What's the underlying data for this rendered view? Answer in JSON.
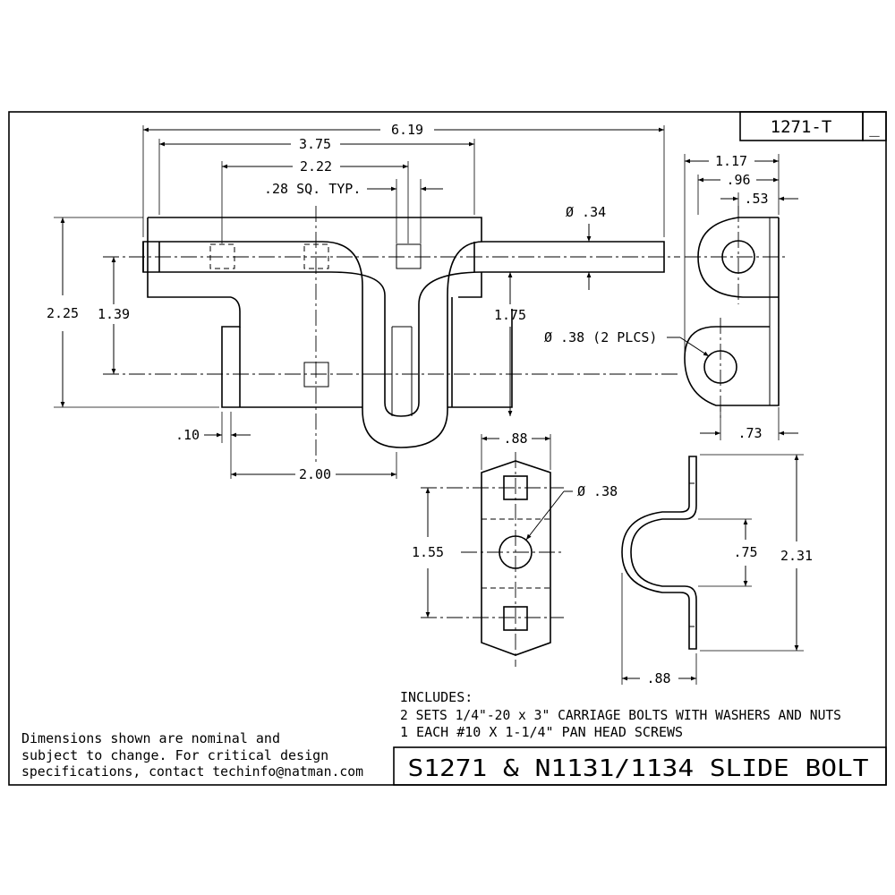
{
  "title_block": {
    "part_number": "1271-T",
    "revision": "_",
    "title": "S1271 & N1131/1134 SLIDE BOLT"
  },
  "notes": {
    "disclaimer": [
      "Dimensions shown are nominal and",
      "subject to change. For critical design",
      "specifications, contact techinfo@natman.com"
    ],
    "includes": [
      "INCLUDES:",
      "2 SETS 1/4\"-20 x 3\" CARRIAGE BOLTS WITH WASHERS AND NUTS",
      "1 EACH #10 X 1-1/4\" PAN HEAD SCREWS"
    ]
  },
  "dimensions": {
    "front_overall_length": "6.19",
    "front_plate_length": "3.75",
    "front_hole_spacing": "2.22",
    "square_hole": ".28 SQ. TYP.",
    "rod_diameter": "Ø .34",
    "height_overall": "2.25",
    "height_hole_spacing": "1.39",
    "height_bolt_center": "1.75",
    "plate_thickness": ".10",
    "bottom_spacing": "2.00",
    "side_width": "1.17",
    "side_hole_center": ".96",
    "side_hole_offset": ".53",
    "side_hole_diameter": "Ø .38 (2 PLCS)",
    "side_bottom": ".73",
    "keeper_width": ".88",
    "keeper_hole_diameter": "Ø .38",
    "keeper_hole_spacing": "1.55",
    "keeper_inner": ".75",
    "keeper_height": "2.31",
    "keeper_depth": ".88"
  }
}
